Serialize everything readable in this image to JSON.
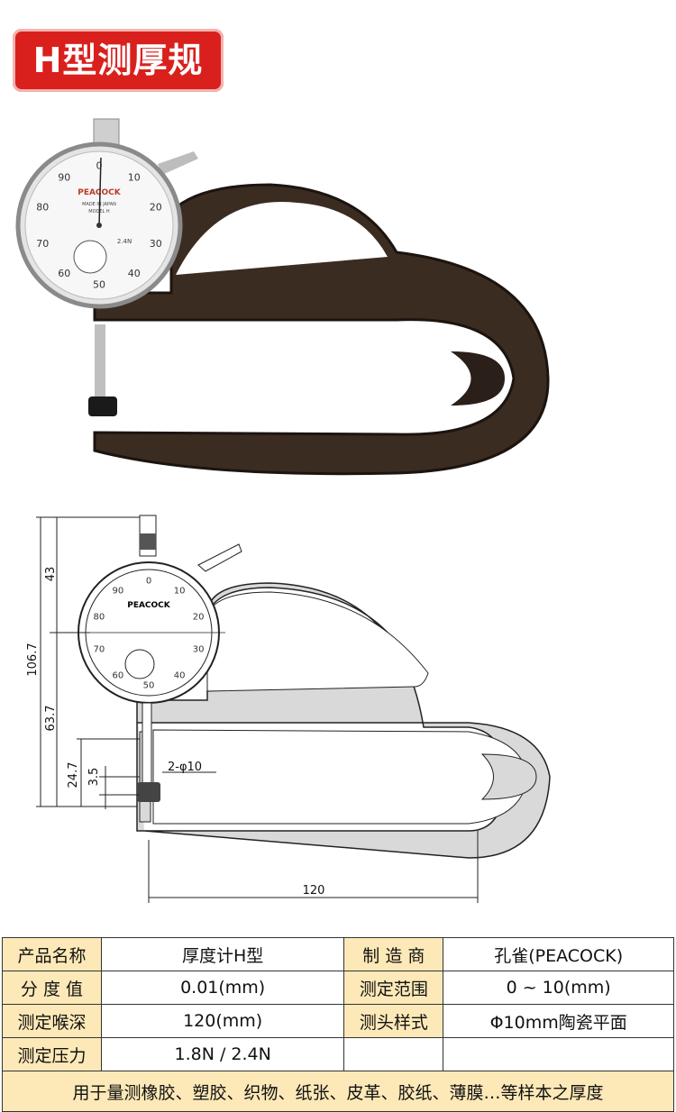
{
  "title": "H型测厚规",
  "photo": {
    "brand": "PEACOCK",
    "made_in": "MADE IN JAPAN",
    "model": "MODEL H",
    "force": "2.4N",
    "dial_numbers": [
      "0",
      "10",
      "20",
      "30",
      "40",
      "50",
      "60",
      "70",
      "80",
      "90"
    ]
  },
  "drawing": {
    "dim_total": "106.7",
    "dim_top": "43",
    "dim_mid": "63.7",
    "dim_lower": "24.7",
    "dim_small": "3.5",
    "dim_probe": "2-φ10",
    "dim_width": "120"
  },
  "spec": {
    "rows": [
      {
        "k1": "产品名称",
        "v1": "厚度计H型",
        "k2": "制 造 商",
        "v2": "孔雀(PEACOCK)"
      },
      {
        "k1": "分 度 值",
        "v1": "0.01(mm)",
        "k2": "测定范围",
        "v2": "0 ~ 10(mm)"
      },
      {
        "k1": "测定喉深",
        "v1": "120(mm)",
        "k2": "测头样式",
        "v2": "Φ10mm陶瓷平面"
      },
      {
        "k1": "测定压力",
        "v1": "1.8N / 2.4N",
        "k2": "",
        "v2": ""
      }
    ],
    "note": "用于量测橡胶、塑胶、织物、纸张、皮革、胶纸、薄膜…等样本之厚度"
  }
}
